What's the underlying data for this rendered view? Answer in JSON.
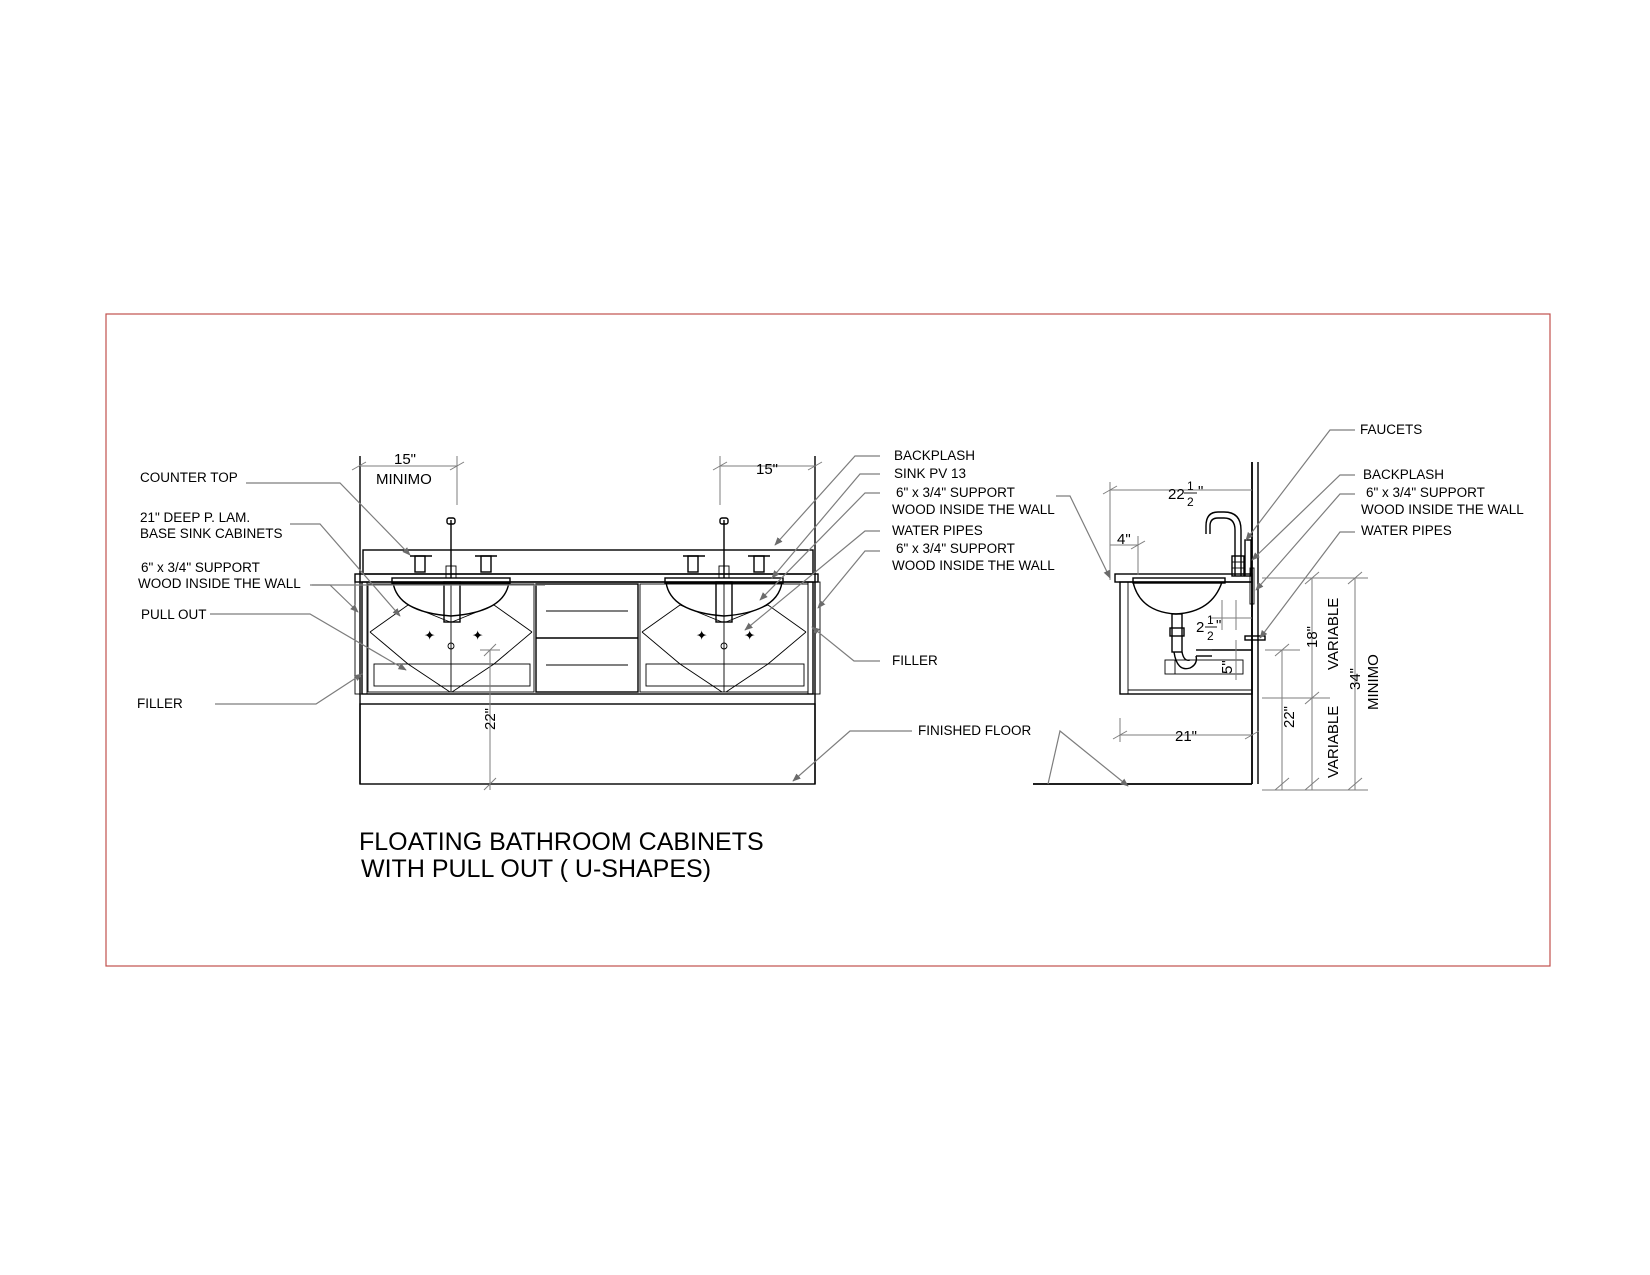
{
  "drawing": {
    "title_line1": "FLOATING BATHROOM CABINETS",
    "title_line2": "WITH PULL OUT  ( U-SHAPES)"
  },
  "front_labels": {
    "counter_top": "COUNTER TOP",
    "deep_cab_1": "21\" DEEP P. LAM.",
    "deep_cab_2": "BASE SINK CABINETS",
    "support_left_1": "6\" x 3/4\" SUPPORT",
    "support_left_2": "WOOD INSIDE THE WALL",
    "pull_out": "PULL OUT",
    "filler_left": "FILLER",
    "backsplash": "BACKPLASH",
    "sink": "SINK PV 13",
    "support_right_a1": "6\" x 3/4\" SUPPORT",
    "support_right_a2": "WOOD INSIDE THE WALL",
    "water_pipes": "WATER PIPES",
    "support_right_b1": "6\" x 3/4\" SUPPORT",
    "support_right_b2": "WOOD INSIDE THE WALL",
    "filler_right": "FILLER",
    "finished_floor": "FINISHED FLOOR"
  },
  "front_dims": {
    "left_15": "15\"",
    "minimo": "MINIMO",
    "right_15": "15\"",
    "height_22": "22\""
  },
  "side_labels": {
    "faucets": "FAUCETS",
    "backsplash": "BACKPLASH",
    "support_1": "6\" x 3/4\" SUPPORT",
    "support_2": "WOOD INSIDE THE WALL",
    "water_pipes": "WATER PIPES"
  },
  "side_dims": {
    "width_whole": "22",
    "width_num": "1",
    "width_den": "2",
    "width_unit": "\"",
    "offset_4": "4\"",
    "drain_whole": "2",
    "drain_num": "1",
    "drain_den": "2",
    "drain_unit": "\"",
    "trap_5": "5\"",
    "depth_21": "21\"",
    "h_18": "18\"",
    "h_22": "22\"",
    "variable_a": "VARIABLE",
    "variable_b": "VARIABLE",
    "h_34": "34\"",
    "minimo": "MINIMO"
  },
  "colors": {
    "frame": "#c0504d",
    "linework": "#000000",
    "leaders": "#7d7d7d"
  }
}
